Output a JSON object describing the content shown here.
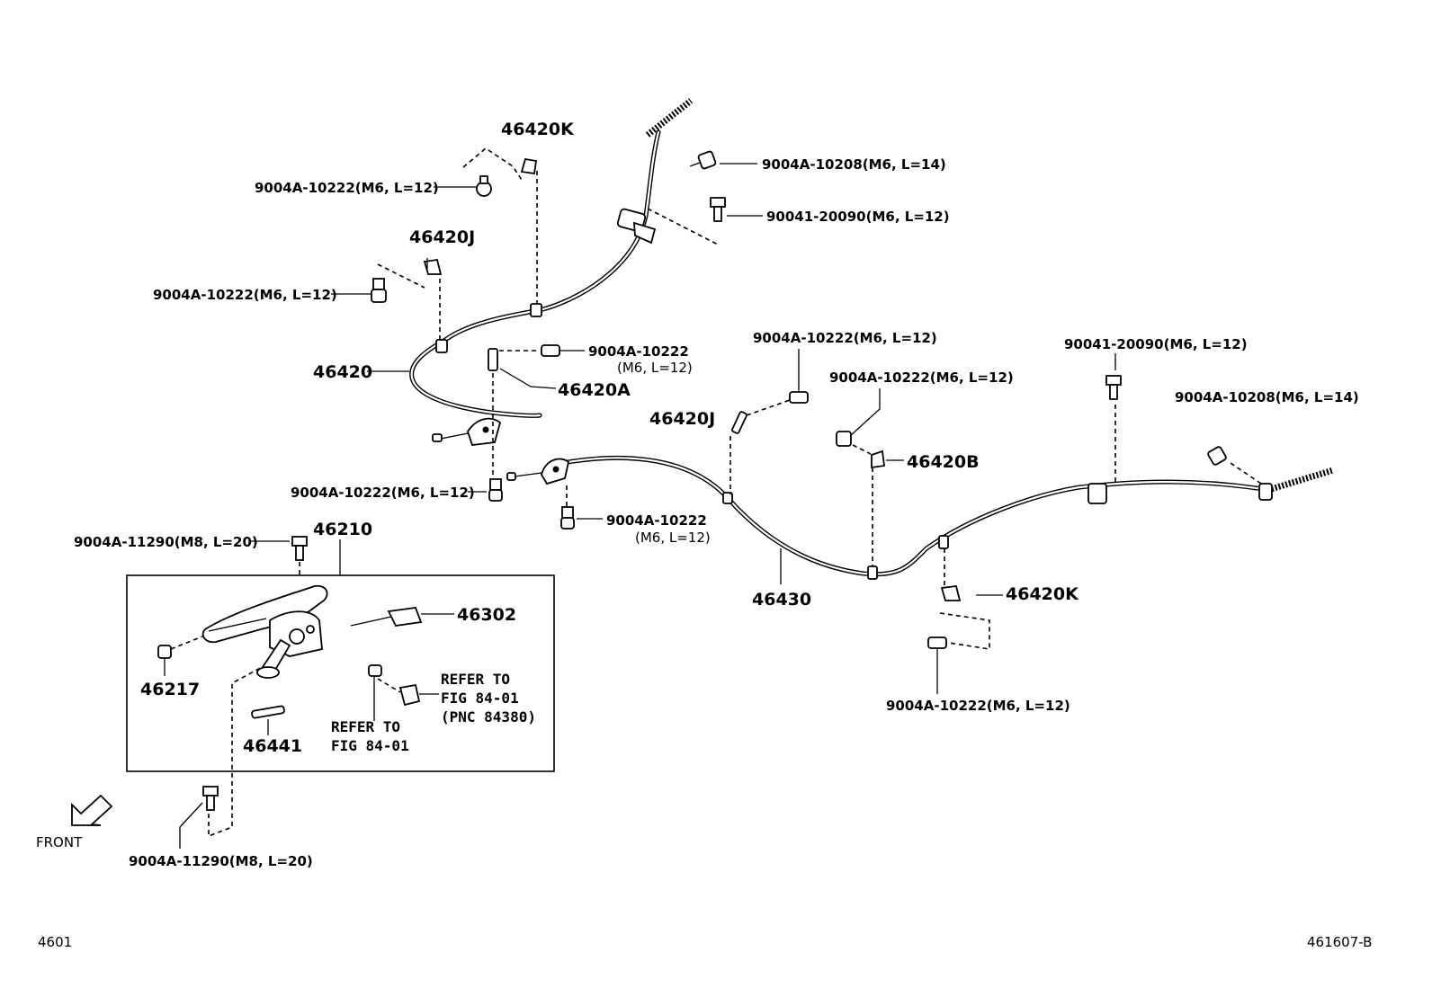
{
  "labels": {
    "p46420K_top": "46420K",
    "bolt_10208_top": "9004A-10208(M6, L=14)",
    "bolt_20090_top": "90041-20090(M6, L=12)",
    "bolt_10222_a": "9004A-10222(M6, L=12)",
    "p46420J_top": "46420J",
    "bolt_10222_b": "9004A-10222(M6, L=12)",
    "bolt_10222_c_line1": "9004A-10222",
    "bolt_10222_c_line2": "(M6, L=12)",
    "p46420": "46420",
    "p46420A": "46420A",
    "bolt_10222_d": "9004A-10222(M6, L=12)",
    "p46420J_mid": "46420J",
    "bolt_10222_e": "9004A-10222(M6, L=12)",
    "p46420B": "46420B",
    "bolt_20090_right": "90041-20090(M6, L=12)",
    "bolt_10208_right": "9004A-10208(M6, L=14)",
    "bolt_10222_f": "9004A-10222(M6, L=12)",
    "bolt_10222_g_line1": "9004A-10222",
    "bolt_10222_g_line2": "(M6, L=12)",
    "bolt_11290_top": "9004A-11290(M8, L=20)",
    "p46210": "46210",
    "p46302": "46302",
    "p46430": "46430",
    "p46420K_right": "46420K",
    "p46217": "46217",
    "refer_a_line1": "REFER TO",
    "refer_a_line2": "FIG 84-01",
    "refer_a_line3": "(PNC 84380)",
    "refer_b_line1": "REFER TO",
    "refer_b_line2": "FIG 84-01",
    "p46441": "46441",
    "bolt_10222_h": "9004A-10222(M6, L=12)",
    "front": "FRONT",
    "bolt_11290_bottom": "9004A-11290(M8, L=20)",
    "footer_left": "4601",
    "footer_right": "461607-B"
  }
}
